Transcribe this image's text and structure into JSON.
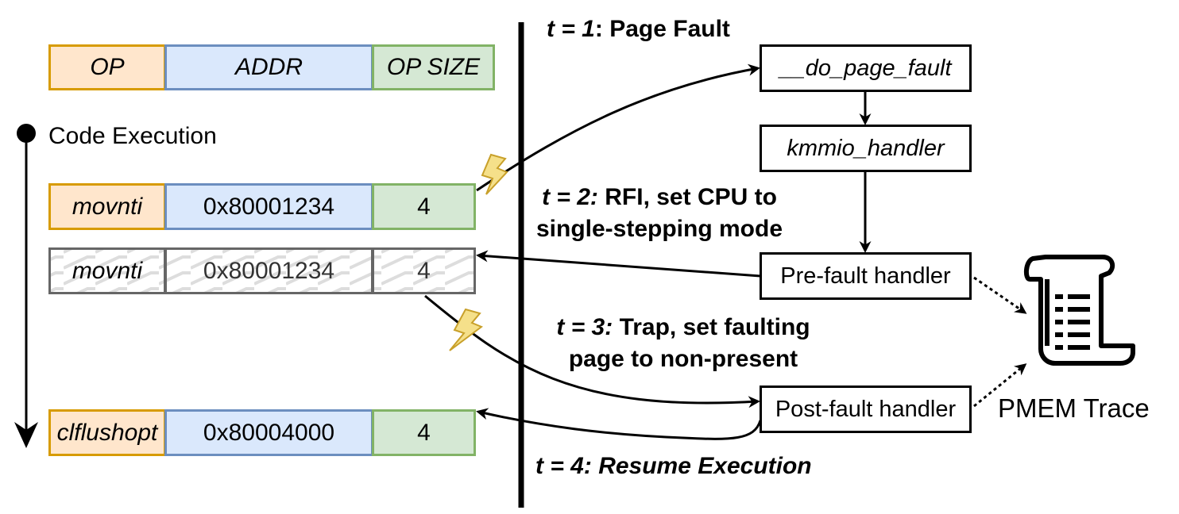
{
  "header": {
    "op": "OP",
    "addr": "ADDR",
    "size": "OP SIZE"
  },
  "timeline": {
    "label": "Code Execution"
  },
  "instructions": [
    {
      "op": "movnti",
      "addr": "0x80001234",
      "size": "4"
    },
    {
      "op": "movnti",
      "addr": "0x80001234",
      "size": "4"
    },
    {
      "op": "clflushopt",
      "addr": "0x80004000",
      "size": "4"
    }
  ],
  "handlers": {
    "do_page_fault": "__do_page_fault",
    "kmmio": "kmmio_handler",
    "pre_fault": "Pre-fault handler",
    "post_fault": "Post-fault handler"
  },
  "steps": {
    "t1": {
      "prefix": "t = 1",
      "text": ": Page Fault"
    },
    "t2": {
      "prefix": "t = 2:",
      "text": " RFI, set CPU to",
      "line2": "single-stepping mode"
    },
    "t3": {
      "prefix": "t = 3:",
      "text": " Trap, set faulting",
      "line2": "page to non-present"
    },
    "t4": {
      "prefix": "t = 4:",
      "text": " Resume Execution"
    }
  },
  "trace": {
    "label": "PMEM Trace",
    "icon": "scroll-icon"
  },
  "colors": {
    "op_fill": "#ffe6cc",
    "op_border": "#d79b00",
    "addr_fill": "#dae8fc",
    "addr_border": "#6c8ebf",
    "size_fill": "#d5e8d4",
    "size_border": "#82b366",
    "lightning": "#f5e08a"
  }
}
